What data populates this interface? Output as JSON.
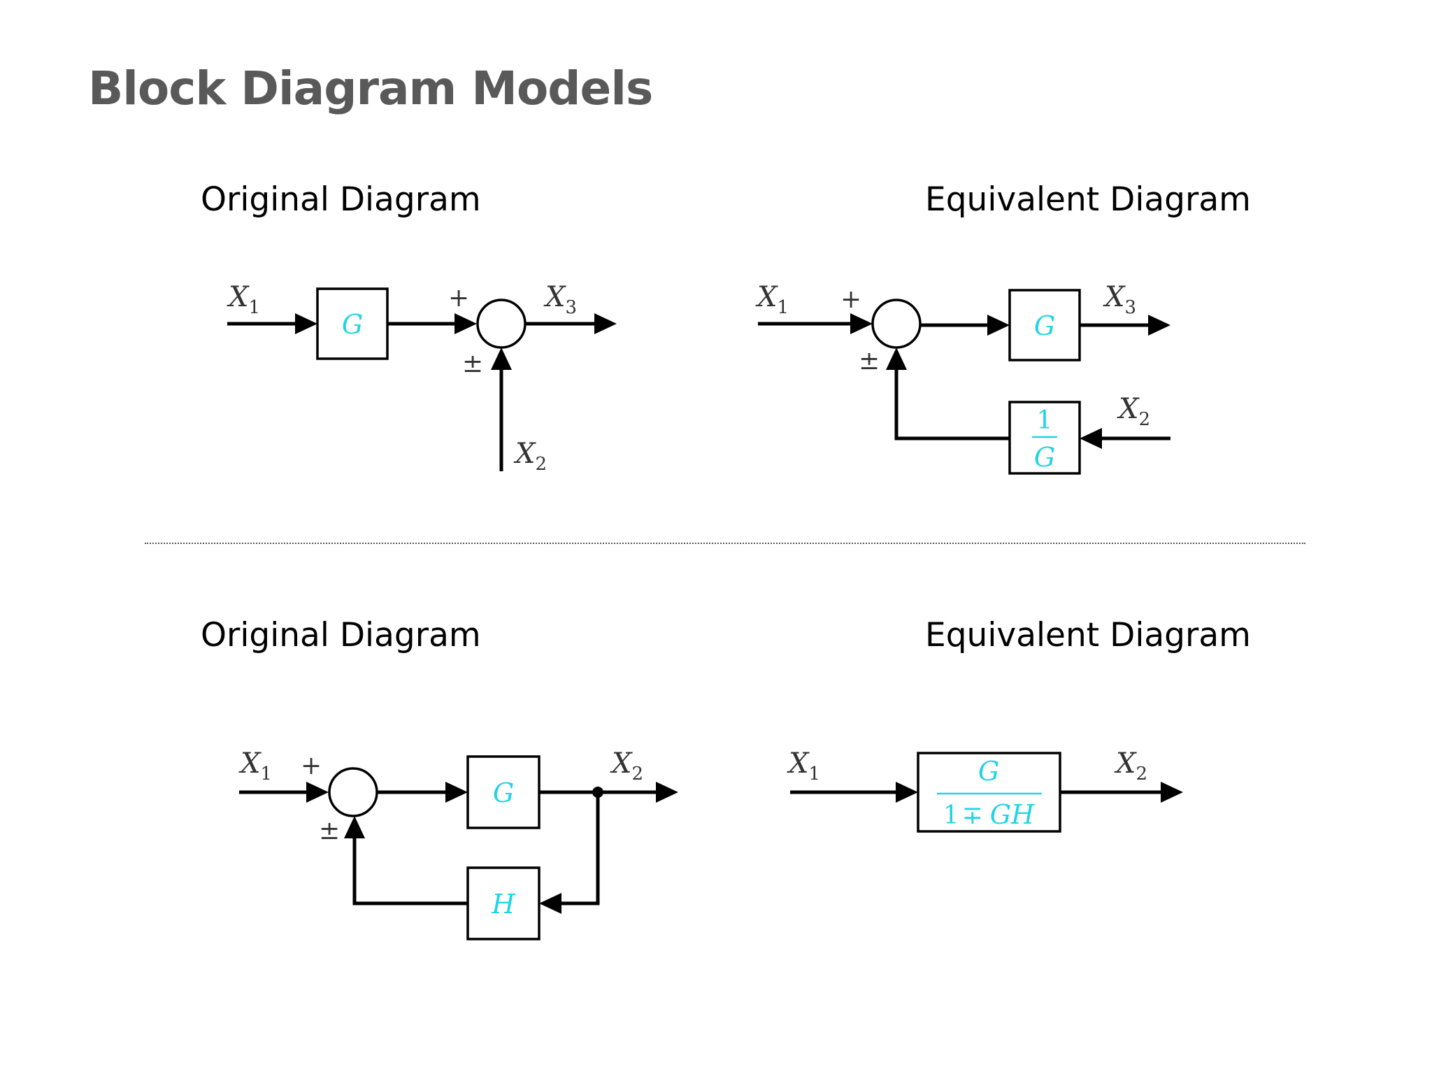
{
  "title": "Block Diagram Models",
  "headings": {
    "top_left": "Original Diagram",
    "top_right": "Equivalent Diagram",
    "bottom_left": "Original Diagram",
    "bottom_right": "Equivalent Diagram"
  },
  "symbols": {
    "x1": "X",
    "x1_sub": "1",
    "x2": "X",
    "x2_sub": "2",
    "x3": "X",
    "x3_sub": "3",
    "plus": "+",
    "plus_minus": "±",
    "minus_plus": "∓"
  },
  "blocks": {
    "g": "G",
    "h": "H",
    "inverse_numerator": "1",
    "inverse_denominator": "G",
    "closed_loop_numerator": "G",
    "closed_loop_denominator_1": "1",
    "closed_loop_denominator_gh": "GH"
  },
  "colors": {
    "title": "#595959",
    "block_text": "#22d3e6",
    "divider": "#555555"
  }
}
